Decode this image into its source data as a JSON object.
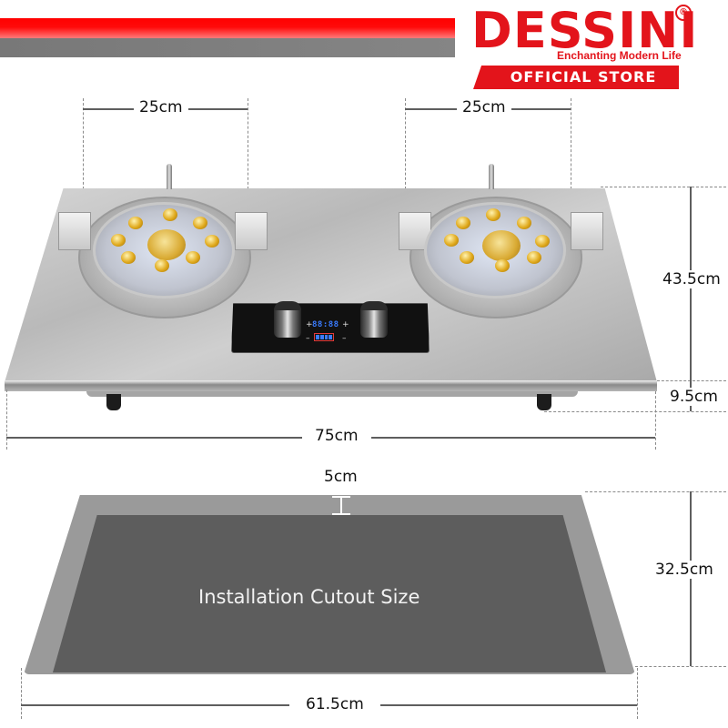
{
  "brand": {
    "name": "DESSINI",
    "registered_mark": "®",
    "tagline": "Enchanting Modern Life",
    "store_badge": "OFFICIAL STORE",
    "colors": {
      "brand_red": "#e3141b",
      "band_gray": "#7f7f7f"
    }
  },
  "product": {
    "type": "Double burner gas stove",
    "control_panel": {
      "display": "88:88",
      "plus_symbol": "+",
      "minus_symbol": "–"
    }
  },
  "dimensions": {
    "left_burner_width": "25cm",
    "right_burner_width": "25cm",
    "depth": "43.5cm",
    "height": "9.5cm",
    "total_width": "75cm",
    "cutout_margin": "5cm",
    "cutout_depth": "32.5cm",
    "cutout_width": "61.5cm"
  },
  "cutout": {
    "label": "Installation Cutout Size",
    "colors": {
      "outer": "#9a9a9a",
      "inner": "#5d5d5d"
    }
  }
}
